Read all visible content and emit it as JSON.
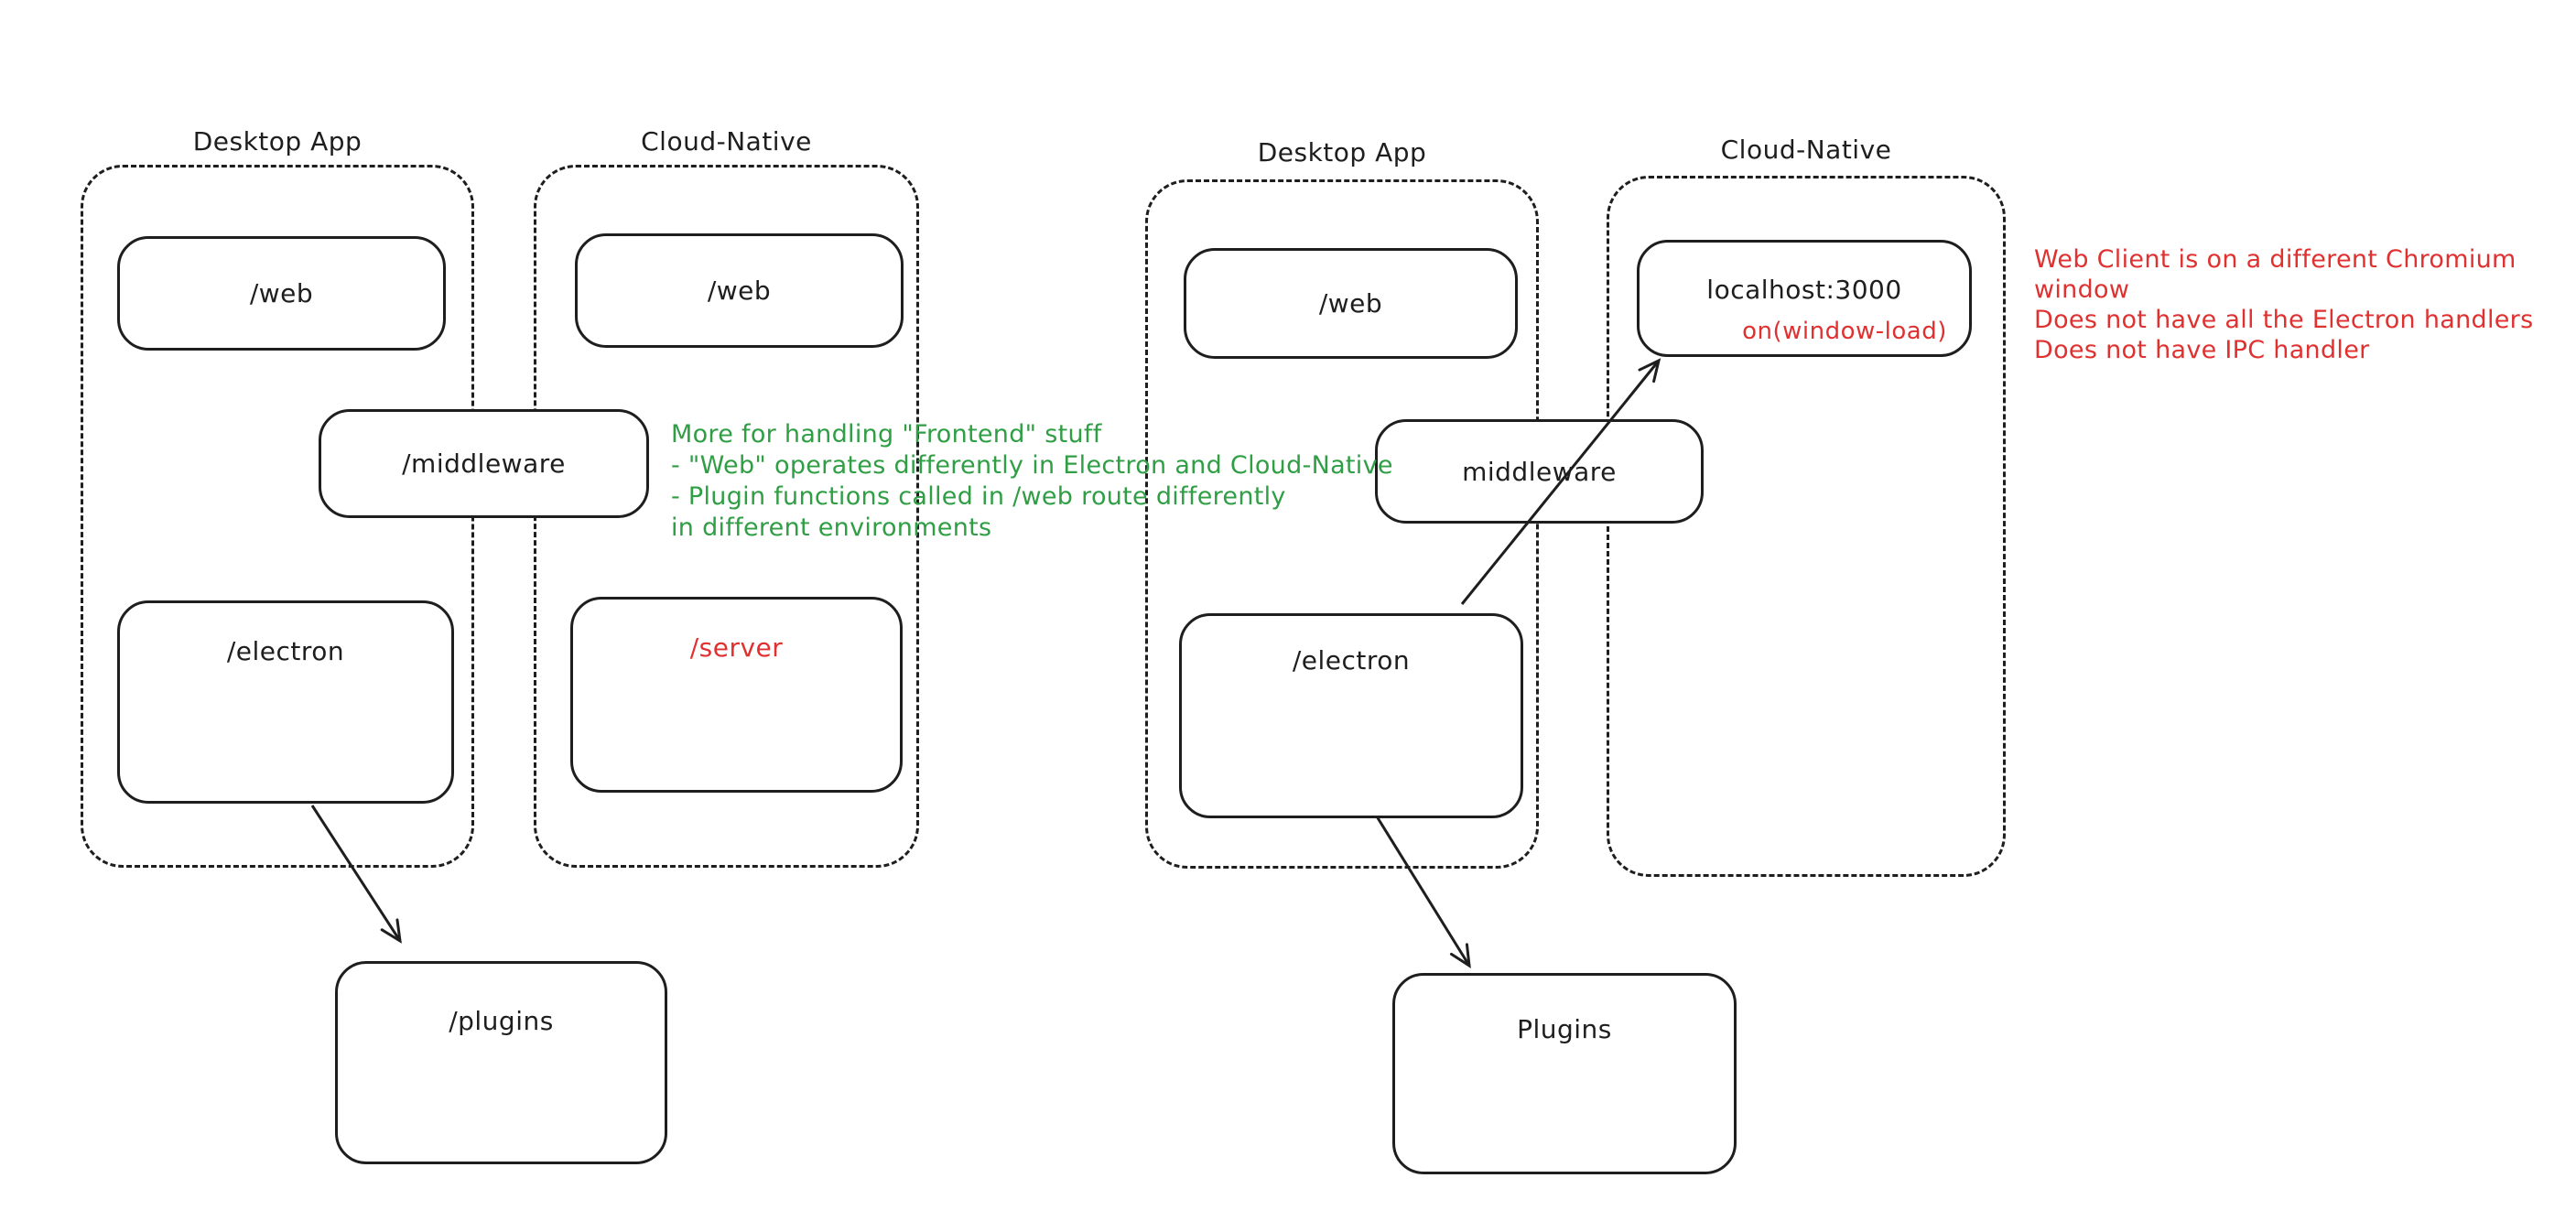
{
  "colors": {
    "stroke": "#1e1e1e",
    "green": "#2f9e44",
    "red": "#e03131",
    "background": "#ffffff"
  },
  "left": {
    "desktop_app": {
      "title": "Desktop App",
      "web_label": "/web",
      "electron_label": "/electron"
    },
    "cloud_native": {
      "title": "Cloud-Native",
      "web_label": "/web",
      "server_label": "/server"
    },
    "middleware_label": "/middleware",
    "plugins_label": "/plugins",
    "green_note": {
      "lines": [
        "More for handling \"Frontend\" stuff",
        "- \"Web\" operates differently in Electron and Cloud-Native",
        "- Plugin functions called in /web route differently",
        "in different environments"
      ]
    }
  },
  "right": {
    "desktop_app": {
      "title": "Desktop App",
      "web_label": "/web",
      "electron_label": "/electron"
    },
    "cloud_native": {
      "title": "Cloud-Native",
      "localhost_label": "localhost:3000",
      "window_load_label": "on(window-load)"
    },
    "middleware_label": "middleware",
    "plugins_label": "Plugins",
    "red_note": {
      "lines": [
        "Web Client is on a different Chromium window",
        "Does not have all the Electron handlers",
        "Does not have IPC handler"
      ]
    }
  }
}
